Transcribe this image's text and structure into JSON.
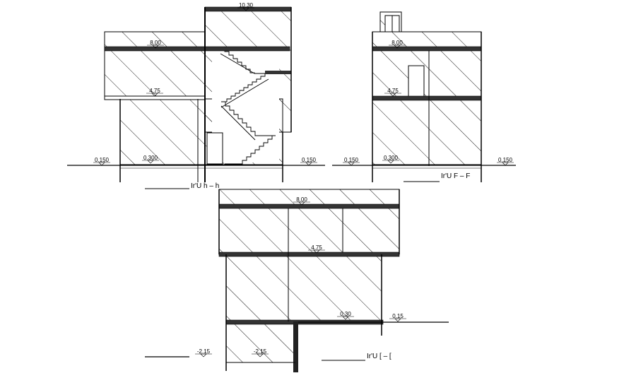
{
  "drawing": {
    "line_color": "#000000",
    "background": "#ffffff",
    "sections": [
      {
        "id": "section-h-h",
        "title": "Ir'U  h  –  h",
        "levels": {
          "roof_top": "10.30",
          "roof": "8.00",
          "first_floor": "4.75",
          "ground_left": "0.150",
          "ground": "0.300",
          "ground_right": "0.150"
        }
      },
      {
        "id": "section-f-f",
        "title": "Ir'U   F  –  F",
        "levels": {
          "roof": "8.00",
          "first_floor": "4.75",
          "ground_left": "0.150",
          "ground": "0.300",
          "ground_right": "0.150"
        }
      },
      {
        "id": "section-bracket",
        "title": "Ir'U   [  –   [",
        "levels": {
          "roof": "8.00",
          "first_floor": "4.75",
          "ground": "0.30",
          "ground_right": "0.15",
          "basement_left": "-2.15",
          "basement": "-2.15"
        }
      }
    ]
  }
}
